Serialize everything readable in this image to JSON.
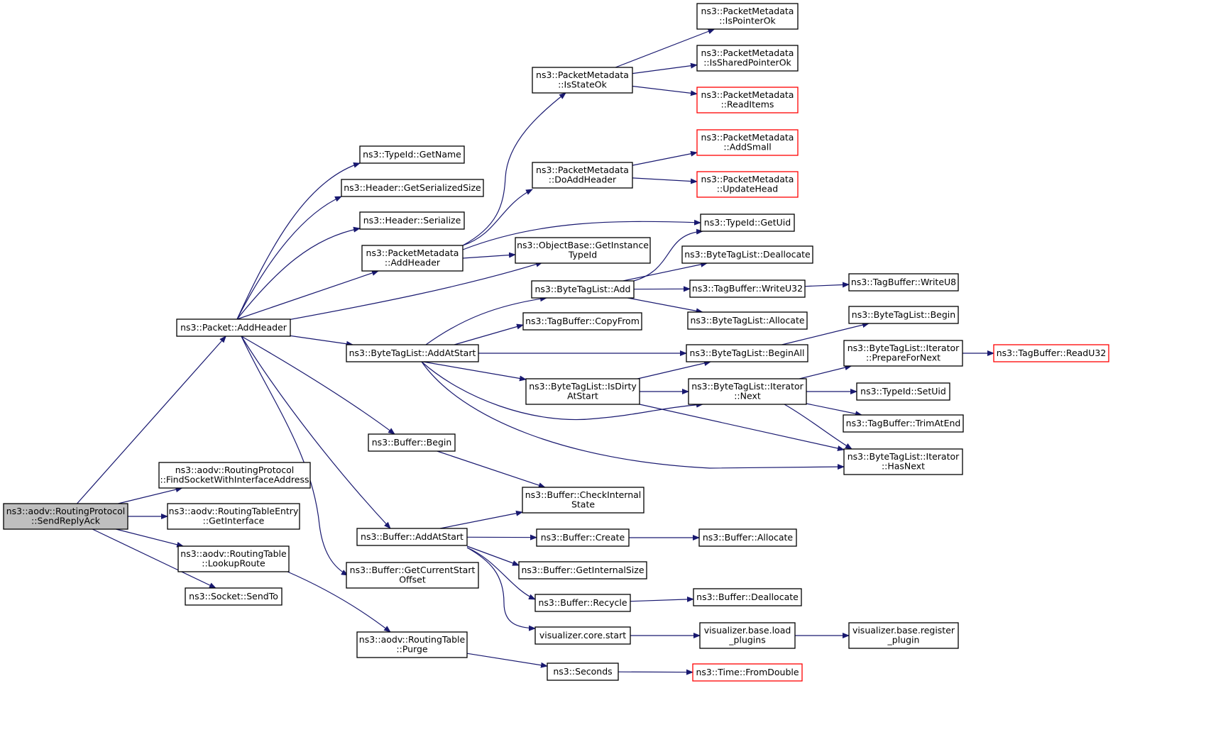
{
  "colors": {
    "edge": "#191970",
    "border_normal": "#000000",
    "border_truncated": "#ff0000",
    "fill_focus": "#bfbfbf",
    "fill_normal": "#ffffff"
  },
  "nodes": [
    {
      "id": "root",
      "lines": [
        "ns3::aodv::RoutingProtocol",
        "::SendReplyAck"
      ],
      "style": "focus"
    },
    {
      "id": "packet_addheader",
      "lines": [
        "ns3::Packet::AddHeader"
      ],
      "style": "normal"
    },
    {
      "id": "findsocket",
      "lines": [
        "ns3::aodv::RoutingProtocol",
        "::FindSocketWithInterfaceAddress"
      ],
      "style": "normal"
    },
    {
      "id": "rte_getinterface",
      "lines": [
        "ns3::aodv::RoutingTableEntry",
        "::GetInterface"
      ],
      "style": "normal"
    },
    {
      "id": "rt_lookuproute",
      "lines": [
        "ns3::aodv::RoutingTable",
        "::LookupRoute"
      ],
      "style": "normal"
    },
    {
      "id": "socket_sendto",
      "lines": [
        "ns3::Socket::SendTo"
      ],
      "style": "normal"
    },
    {
      "id": "typeid_getname",
      "lines": [
        "ns3::TypeId::GetName"
      ],
      "style": "normal"
    },
    {
      "id": "header_getsersize",
      "lines": [
        "ns3::Header::GetSerializedSize"
      ],
      "style": "normal"
    },
    {
      "id": "header_serialize",
      "lines": [
        "ns3::Header::Serialize"
      ],
      "style": "normal"
    },
    {
      "id": "pm_addheader",
      "lines": [
        "ns3::PacketMetadata",
        "::AddHeader"
      ],
      "style": "normal"
    },
    {
      "id": "btl_addatstart",
      "lines": [
        "ns3::ByteTagList::AddAtStart"
      ],
      "style": "normal"
    },
    {
      "id": "buffer_begin",
      "lines": [
        "ns3::Buffer::Begin"
      ],
      "style": "normal"
    },
    {
      "id": "buffer_addatstart",
      "lines": [
        "ns3::Buffer::AddAtStart"
      ],
      "style": "normal"
    },
    {
      "id": "buffer_getcurstart",
      "lines": [
        "ns3::Buffer::GetCurrentStart",
        "Offset"
      ],
      "style": "normal"
    },
    {
      "id": "rt_purge",
      "lines": [
        "ns3::aodv::RoutingTable",
        "::Purge"
      ],
      "style": "normal"
    },
    {
      "id": "pm_isstateok",
      "lines": [
        "ns3::PacketMetadata",
        "::IsStateOk"
      ],
      "style": "normal"
    },
    {
      "id": "pm_doaddheader",
      "lines": [
        "ns3::PacketMetadata",
        "::DoAddHeader"
      ],
      "style": "normal"
    },
    {
      "id": "ob_getinstancetypeid",
      "lines": [
        "ns3::ObjectBase::GetInstance",
        "TypeId"
      ],
      "style": "normal"
    },
    {
      "id": "btl_add",
      "lines": [
        "ns3::ByteTagList::Add"
      ],
      "style": "normal"
    },
    {
      "id": "tb_copyfrom",
      "lines": [
        "ns3::TagBuffer::CopyFrom"
      ],
      "style": "normal"
    },
    {
      "id": "btl_isdirtyatstart",
      "lines": [
        "ns3::ByteTagList::IsDirty",
        "AtStart"
      ],
      "style": "normal"
    },
    {
      "id": "buffer_checkinternal",
      "lines": [
        "ns3::Buffer::CheckInternal",
        "State"
      ],
      "style": "normal"
    },
    {
      "id": "buffer_create",
      "lines": [
        "ns3::Buffer::Create"
      ],
      "style": "normal"
    },
    {
      "id": "buffer_getinternalsize",
      "lines": [
        "ns3::Buffer::GetInternalSize"
      ],
      "style": "normal"
    },
    {
      "id": "buffer_recycle",
      "lines": [
        "ns3::Buffer::Recycle"
      ],
      "style": "normal"
    },
    {
      "id": "viz_core_start",
      "lines": [
        "visualizer.core.start"
      ],
      "style": "normal"
    },
    {
      "id": "ns3_seconds",
      "lines": [
        "ns3::Seconds"
      ],
      "style": "normal"
    },
    {
      "id": "pm_ispointerok",
      "lines": [
        "ns3::PacketMetadata",
        "::IsPointerOk"
      ],
      "style": "normal"
    },
    {
      "id": "pm_issharedpointerok",
      "lines": [
        "ns3::PacketMetadata",
        "::IsSharedPointerOk"
      ],
      "style": "normal"
    },
    {
      "id": "pm_readitems",
      "lines": [
        "ns3::PacketMetadata",
        "::ReadItems"
      ],
      "style": "truncated"
    },
    {
      "id": "pm_addsmall",
      "lines": [
        "ns3::PacketMetadata",
        "::AddSmall"
      ],
      "style": "truncated"
    },
    {
      "id": "pm_updatehead",
      "lines": [
        "ns3::PacketMetadata",
        "::UpdateHead"
      ],
      "style": "truncated"
    },
    {
      "id": "typeid_getuid",
      "lines": [
        "ns3::TypeId::GetUid"
      ],
      "style": "normal"
    },
    {
      "id": "btl_deallocate",
      "lines": [
        "ns3::ByteTagList::Deallocate"
      ],
      "style": "normal"
    },
    {
      "id": "tb_writeu32",
      "lines": [
        "ns3::TagBuffer::WriteU32"
      ],
      "style": "normal"
    },
    {
      "id": "btl_allocate",
      "lines": [
        "ns3::ByteTagList::Allocate"
      ],
      "style": "normal"
    },
    {
      "id": "btl_beginall",
      "lines": [
        "ns3::ByteTagList::BeginAll"
      ],
      "style": "normal"
    },
    {
      "id": "btli_next",
      "lines": [
        "ns3::ByteTagList::Iterator",
        "::Next"
      ],
      "style": "normal"
    },
    {
      "id": "buffer_allocate",
      "lines": [
        "ns3::Buffer::Allocate"
      ],
      "style": "normal"
    },
    {
      "id": "buffer_deallocate",
      "lines": [
        "ns3::Buffer::Deallocate"
      ],
      "style": "normal"
    },
    {
      "id": "viz_base_loadplugins",
      "lines": [
        "visualizer.base.load",
        "_plugins"
      ],
      "style": "normal"
    },
    {
      "id": "time_fromdouble",
      "lines": [
        "ns3::Time::FromDouble"
      ],
      "style": "truncated"
    },
    {
      "id": "tb_writeu8",
      "lines": [
        "ns3::TagBuffer::WriteU8"
      ],
      "style": "normal"
    },
    {
      "id": "btl_begin",
      "lines": [
        "ns3::ByteTagList::Begin"
      ],
      "style": "normal"
    },
    {
      "id": "btli_preparefornext",
      "lines": [
        "ns3::ByteTagList::Iterator",
        "::PrepareForNext"
      ],
      "style": "normal"
    },
    {
      "id": "typeid_setuid",
      "lines": [
        "ns3::TypeId::SetUid"
      ],
      "style": "normal"
    },
    {
      "id": "tb_trimatend",
      "lines": [
        "ns3::TagBuffer::TrimAtEnd"
      ],
      "style": "normal"
    },
    {
      "id": "btli_hasnext",
      "lines": [
        "ns3::ByteTagList::Iterator",
        "::HasNext"
      ],
      "style": "normal"
    },
    {
      "id": "viz_base_registerplugin",
      "lines": [
        "visualizer.base.register",
        "_plugin"
      ],
      "style": "normal"
    },
    {
      "id": "tb_readu32",
      "lines": [
        "ns3::TagBuffer::ReadU32"
      ],
      "style": "truncated"
    }
  ],
  "edges": [
    [
      "root",
      "packet_addheader"
    ],
    [
      "root",
      "findsocket"
    ],
    [
      "root",
      "rte_getinterface"
    ],
    [
      "root",
      "rt_lookuproute"
    ],
    [
      "root",
      "socket_sendto"
    ],
    [
      "packet_addheader",
      "typeid_getname"
    ],
    [
      "packet_addheader",
      "header_getsersize"
    ],
    [
      "packet_addheader",
      "header_serialize"
    ],
    [
      "packet_addheader",
      "pm_addheader"
    ],
    [
      "packet_addheader",
      "ob_getinstancetypeid"
    ],
    [
      "packet_addheader",
      "btl_addatstart"
    ],
    [
      "packet_addheader",
      "buffer_begin"
    ],
    [
      "packet_addheader",
      "buffer_addatstart"
    ],
    [
      "packet_addheader",
      "buffer_getcurstart"
    ],
    [
      "rt_lookuproute",
      "rt_purge"
    ],
    [
      "pm_addheader",
      "pm_isstateok"
    ],
    [
      "pm_addheader",
      "pm_doaddheader"
    ],
    [
      "pm_addheader",
      "ob_getinstancetypeid"
    ],
    [
      "pm_addheader",
      "typeid_getuid"
    ],
    [
      "pm_isstateok",
      "pm_ispointerok"
    ],
    [
      "pm_isstateok",
      "pm_issharedpointerok"
    ],
    [
      "pm_isstateok",
      "pm_readitems"
    ],
    [
      "pm_doaddheader",
      "pm_addsmall"
    ],
    [
      "pm_doaddheader",
      "pm_updatehead"
    ],
    [
      "btl_addatstart",
      "btl_add"
    ],
    [
      "btl_addatstart",
      "tb_copyfrom"
    ],
    [
      "btl_addatstart",
      "btl_beginall"
    ],
    [
      "btl_addatstart",
      "btl_isdirtyatstart"
    ],
    [
      "btl_addatstart",
      "btli_next"
    ],
    [
      "btl_addatstart",
      "btli_hasnext"
    ],
    [
      "btl_add",
      "typeid_getuid"
    ],
    [
      "btl_add",
      "btl_deallocate"
    ],
    [
      "btl_add",
      "tb_writeu32"
    ],
    [
      "btl_add",
      "btl_allocate"
    ],
    [
      "tb_writeu32",
      "tb_writeu8"
    ],
    [
      "btl_beginall",
      "btl_begin"
    ],
    [
      "btl_isdirtyatstart",
      "btl_beginall"
    ],
    [
      "btl_isdirtyatstart",
      "btli_next"
    ],
    [
      "btl_isdirtyatstart",
      "btli_hasnext"
    ],
    [
      "btli_next",
      "btli_preparefornext"
    ],
    [
      "btli_next",
      "typeid_setuid"
    ],
    [
      "btli_next",
      "tb_trimatend"
    ],
    [
      "btli_next",
      "btli_hasnext"
    ],
    [
      "btli_preparefornext",
      "tb_readu32"
    ],
    [
      "buffer_begin",
      "buffer_checkinternal"
    ],
    [
      "buffer_addatstart",
      "buffer_checkinternal"
    ],
    [
      "buffer_addatstart",
      "buffer_create"
    ],
    [
      "buffer_addatstart",
      "buffer_getinternalsize"
    ],
    [
      "buffer_addatstart",
      "buffer_recycle"
    ],
    [
      "buffer_addatstart",
      "viz_core_start"
    ],
    [
      "buffer_create",
      "buffer_allocate"
    ],
    [
      "buffer_recycle",
      "buffer_deallocate"
    ],
    [
      "viz_core_start",
      "viz_base_loadplugins"
    ],
    [
      "viz_base_loadplugins",
      "viz_base_registerplugin"
    ],
    [
      "rt_purge",
      "ns3_seconds"
    ],
    [
      "ns3_seconds",
      "time_fromdouble"
    ]
  ]
}
